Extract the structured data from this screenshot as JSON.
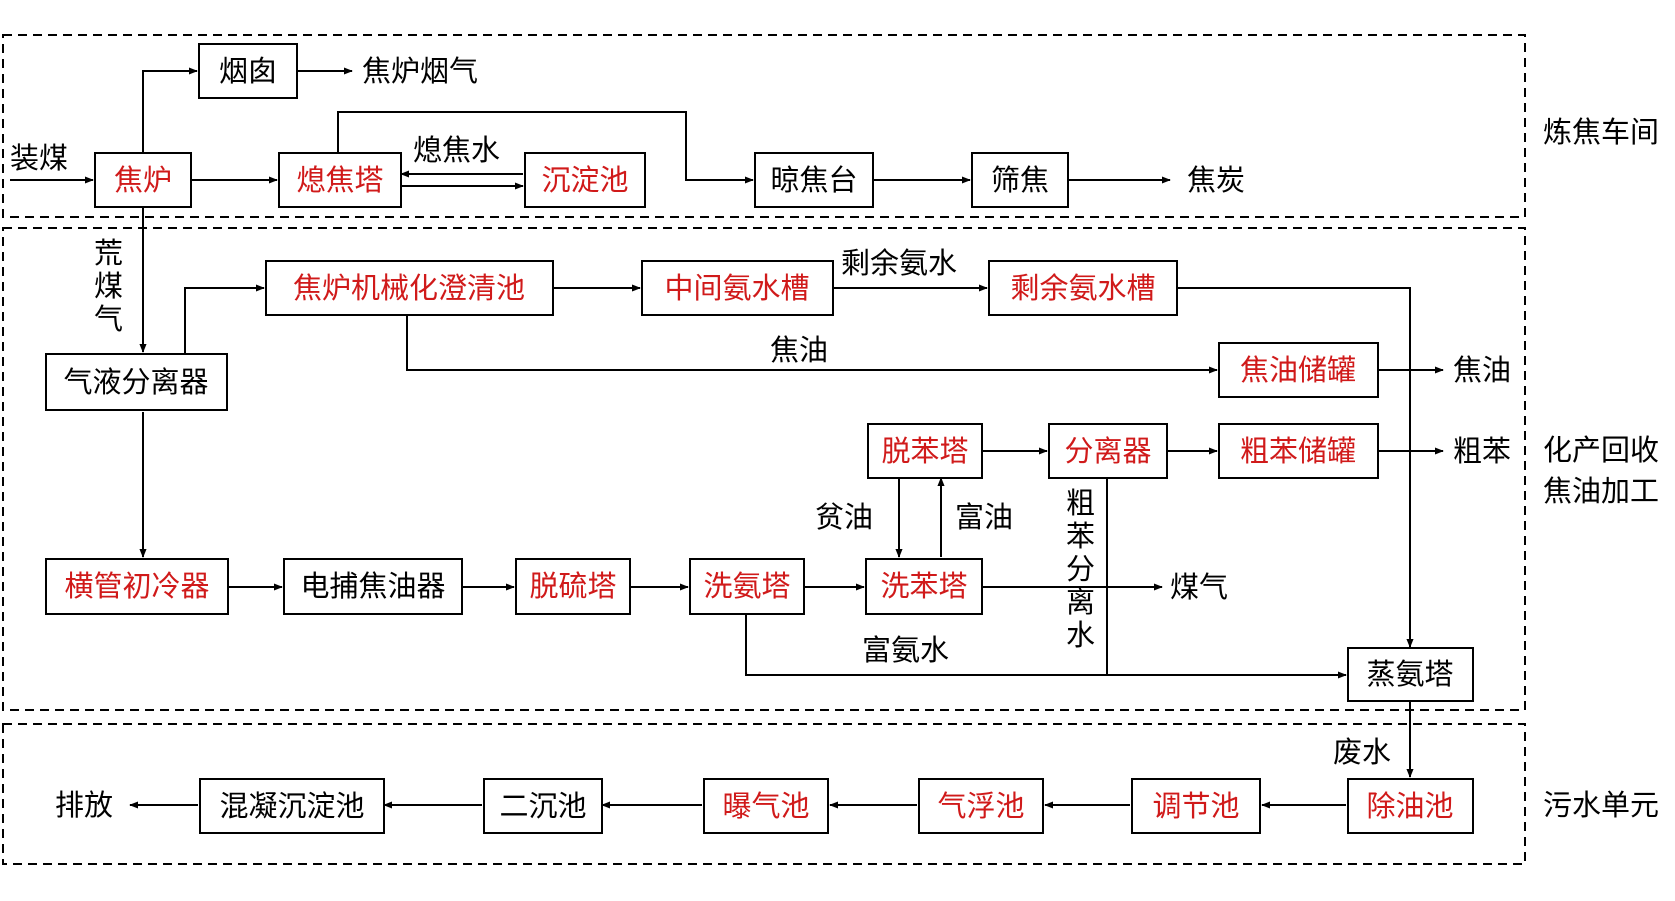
{
  "colors": {
    "highlight": "#d01a1a",
    "normal": "#000000"
  },
  "zones": {
    "coking": "炼焦车间",
    "chem_line1": "化产回收",
    "chem_line2": "焦油加工",
    "wastewater": "污水单元"
  },
  "nodes": {
    "chimney": {
      "label": "烟囱",
      "highlight": false
    },
    "coke_oven": {
      "label": "焦炉",
      "highlight": true
    },
    "quench_tower": {
      "label": "熄焦塔",
      "highlight": true
    },
    "settling_pond": {
      "label": "沉淀池",
      "highlight": true
    },
    "coke_wharf": {
      "label": "晾焦台",
      "highlight": false
    },
    "coke_screen": {
      "label": "筛焦",
      "highlight": false
    },
    "decanter": {
      "label": "焦炉机械化澄清池",
      "highlight": true
    },
    "mid_ammonia_tank": {
      "label": "中间氨水槽",
      "highlight": true
    },
    "surplus_ammonia_tank": {
      "label": "剩余氨水槽",
      "highlight": true
    },
    "gas_liquid_separator": {
      "label": "气液分离器",
      "highlight": false
    },
    "tar_tank": {
      "label": "焦油储罐",
      "highlight": true
    },
    "debenzol_tower": {
      "label": "脱苯塔",
      "highlight": true
    },
    "separator": {
      "label": "分离器",
      "highlight": true
    },
    "benzol_tank": {
      "label": "粗苯储罐",
      "highlight": true
    },
    "primary_cooler": {
      "label": "横管初冷器",
      "highlight": true
    },
    "electro_tar_catcher": {
      "label": "电捕焦油器",
      "highlight": false
    },
    "desulfur_tower": {
      "label": "脱硫塔",
      "highlight": true
    },
    "ammonia_scrubber": {
      "label": "洗氨塔",
      "highlight": true
    },
    "benzol_scrubber": {
      "label": "洗苯塔",
      "highlight": true
    },
    "ammonia_still": {
      "label": "蒸氨塔",
      "highlight": false
    },
    "oil_removal_pond": {
      "label": "除油池",
      "highlight": true
    },
    "regulating_pond": {
      "label": "调节池",
      "highlight": true
    },
    "air_flotation": {
      "label": "气浮池",
      "highlight": true
    },
    "aeration_pond": {
      "label": "曝气池",
      "highlight": true
    },
    "secondary_settling": {
      "label": "二沉池",
      "highlight": false
    },
    "coagulation_settling": {
      "label": "混凝沉淀池",
      "highlight": false
    }
  },
  "edge_labels": {
    "coal_charging": "装煤",
    "oven_flue_gas": "焦炉烟气",
    "quench_water": "熄焦水",
    "coke": "焦炭",
    "raw_gas_1": "荒",
    "raw_gas_2": "煤",
    "raw_gas_3": "气",
    "surplus_ammonia_water": "剩余氨水",
    "tar_line": "焦油",
    "tar_product": "焦油",
    "crude_benzol": "粗苯",
    "lean_oil": "贫油",
    "rich_oil": "富油",
    "benzol_water_1": "粗",
    "benzol_water_2": "苯",
    "benzol_water_3": "分",
    "benzol_water_4": "离",
    "benzol_water_5": "水",
    "coal_gas": "煤气",
    "rich_ammonia_water": "富氨水",
    "waste_water": "废水",
    "discharge": "排放"
  }
}
